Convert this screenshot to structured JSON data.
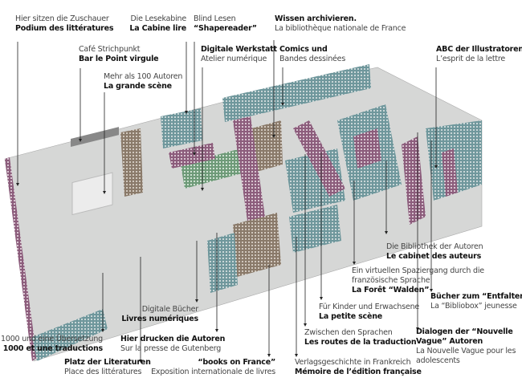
{
  "colors": {
    "floor": "#d6d7d6",
    "teal_shelf": "#6f979c",
    "purple_shelf": "#8c5d7c",
    "brown_shelf": "#8a7a6a",
    "green_shelf": "#6e9a78",
    "leader": "#222222"
  },
  "labels": {
    "podium": {
      "de": "Hier sitzen die Zuschauer",
      "fr": "Podium des littératures"
    },
    "bar": {
      "de": "Café Strichpunkt",
      "fr": "Bar le Point virgule"
    },
    "grande_scene": {
      "de": "Mehr als 100 Autoren",
      "fr": "La grande scène"
    },
    "cabine": {
      "de": "Die Lesekabine",
      "fr": "La Cabine lire"
    },
    "shapereader": {
      "de": "Blind Lesen",
      "fr": "“Shapereader”"
    },
    "atelier": {
      "de": "Digitale Werkstatt",
      "fr": "Atelier numérique"
    },
    "bnf": {
      "de": "Wissen archivieren.",
      "fr": "La bibliothèque nationale de France"
    },
    "comics": {
      "de": "Comics und",
      "fr": "Bandes dessinées"
    },
    "abc": {
      "de": "ABC der Illustratoren",
      "fr": "L’esprit de la lettre"
    },
    "cabinet": {
      "de": "Die Bibliothek der Autoren",
      "fr": "Le cabinet des auteurs"
    },
    "walden": {
      "de1": "Ein virtuellen Spaziergang durch die",
      "de2": "französische Sprache",
      "fr": "La Forêt “Walden”"
    },
    "bibliobox": {
      "de": "Bücher zum “Entfalten”",
      "fr": "La “Bibliobox” jeunesse"
    },
    "petite_scene": {
      "de": "Für Kinder und Erwachsene",
      "fr": "La petite scène"
    },
    "nouvelle_vague": {
      "de1": "Dialogen der “Nouvelle",
      "de2": "Vague” Autoren",
      "fr1": "La Nouvelle Vague pour les",
      "fr2": "adolescents"
    },
    "routes": {
      "de": "Zwischen den Sprachen",
      "fr": "Les routes de la traduction"
    },
    "memoire": {
      "de": "Verlagsgeschichte in Frankreich",
      "fr": "Mémoire de l’édition française"
    },
    "books_on_france": {
      "de": "“books on France”",
      "fr": "Exposition internationale de livres"
    },
    "platz": {
      "de": "Platz der Literaturen",
      "fr": "Place des littératures"
    },
    "gutenberg": {
      "de": "Hier drucken die Autoren",
      "fr": "Sur la presse de Gutenberg"
    },
    "traductions": {
      "de": "1000 und eine Übersetzung",
      "fr": "1000 et une traductions"
    },
    "numeriques": {
      "de": "Digitale Bücher",
      "fr": "Livres numériques"
    }
  }
}
